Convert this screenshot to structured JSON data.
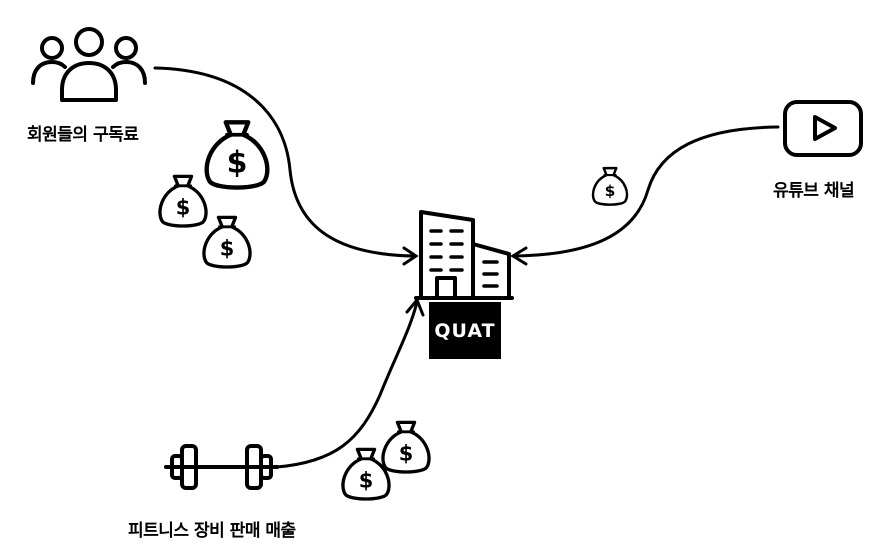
{
  "sources": {
    "members": {
      "label": "회원들의 구독료",
      "icon": "people-group-icon"
    },
    "youtube": {
      "label": "유튜브 채널",
      "icon": "play-button-icon"
    },
    "fitness": {
      "label": "피트니스 장비 판매 매출",
      "icon": "dumbbell-icon"
    }
  },
  "company": {
    "logo_text": "QUAT",
    "icon": "office-building-icon"
  },
  "money_icon": {
    "name": "money-bag-icon",
    "symbol": "$"
  },
  "colors": {
    "ink": "#000000",
    "background": "#ffffff"
  }
}
